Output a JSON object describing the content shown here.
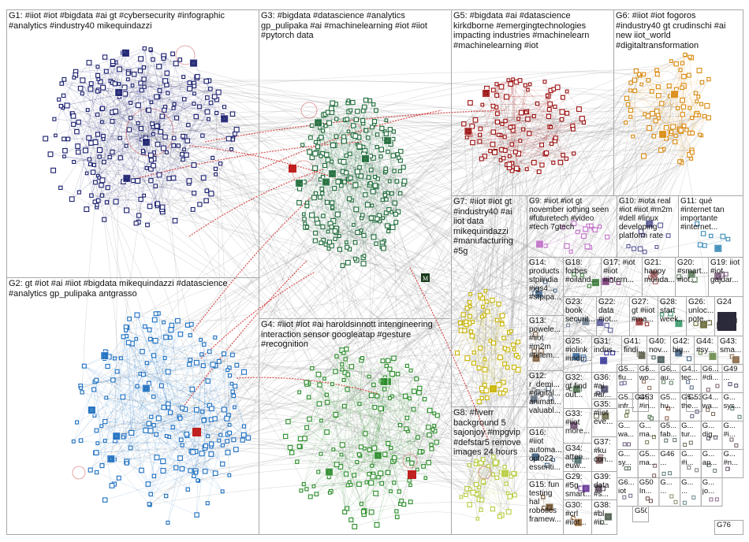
{
  "groups": [
    {
      "id": "G1",
      "label": "G1: #iiot #iot #bigdata #ai gt #cybersecurity #infographic #analytics #industry40 mikequindazzi",
      "color": "#1a1f6e"
    },
    {
      "id": "G2",
      "label": "G2: gt #iot #ai #iiot #bigdata mikequindazzi #datascience #analytics gp_pulipaka antgrasso",
      "color": "#1d6fc0"
    },
    {
      "id": "G3",
      "label": "G3: #bigdata #datascience #analytics gp_pulipaka #ai #machinelearning #iot #iiot #pytorch data",
      "color": "#1e6b3a"
    },
    {
      "id": "G4",
      "label": "G4: #iiot #iot #ai haroldsinnott intengineering interaction sensor googleatap #gesture #recognition",
      "color": "#2a8c2a"
    },
    {
      "id": "G5",
      "label": "G5: #bigdata #ai #datascience kirkdborne #emergingtechnologies impacting industries #machinelearn #machinelearning #iot",
      "color": "#9c1010"
    },
    {
      "id": "G6",
      "label": "G6: #iiot #iot fogoros #industry40 gt crudinschi #ai new iiot_world #digitaltransformation",
      "color": "#d88a10"
    },
    {
      "id": "G7",
      "label": "G7: #iiot #iot gt #industry40 #ai iiot data mikequindazzi #manufacturing #5g",
      "color": "#c8b400"
    },
    {
      "id": "G8",
      "label": "G8: #fiverr background 5 sajonjoy #mpgvip #defstar5 remove images 24 hours",
      "color": "#b8cc40"
    },
    {
      "id": "G9",
      "label": "G9: #iiot #iot gt november iothing seen #futuretech #video #tech 7gtech",
      "color": "#c070c8"
    },
    {
      "id": "G10",
      "label": "G10: #iota real #iot #iiot #m2m #dell #linux developing platform rate",
      "color": "#5a5a9a"
    },
    {
      "id": "G11",
      "label": "G11: qué #internet tan importante #internet...",
      "color": "#3a8ab8"
    },
    {
      "id": "G12",
      "label": "G12: r_demi... #digital... animati... valuabl...",
      "color": "#607080"
    },
    {
      "id": "G13",
      "label": "G13: powele... #iiot #m2m #telem...",
      "color": "#806040"
    },
    {
      "id": "G14",
      "label": "G14: products stpiindia #igs4... #stpipa...",
      "color": "#507090"
    },
    {
      "id": "G15",
      "label": "G15: fun testing hal robotics framew...",
      "color": "#705030"
    },
    {
      "id": "G16",
      "label": "G16: #iiot automa... opfo22 essenti...",
      "color": "#406080"
    },
    {
      "id": "G17",
      "label": "G17: #iot #iiot #intern...",
      "color": "#804080"
    },
    {
      "id": "G18",
      "label": "G18: forbes #oiland...",
      "color": "#408040"
    },
    {
      "id": "G19",
      "label": "G19: iiot #iot gajdar...",
      "color": "#806080"
    },
    {
      "id": "G20",
      "label": "G20: #smart... #iot...",
      "color": "#608060"
    },
    {
      "id": "G21",
      "label": "G21: happy monda...",
      "color": "#a06060"
    },
    {
      "id": "G22",
      "label": "G22: data #iot...",
      "color": "#6060a0"
    },
    {
      "id": "G23",
      "label": "G23: book securit...",
      "color": "#708090"
    },
    {
      "id": "G24",
      "label": "G24",
      "color": "#303030"
    },
    {
      "id": "G25",
      "label": "G25: #iolink #indu...",
      "color": "#3a6a9a"
    },
    {
      "id": "G26",
      "label": "G26: unloc... pote...",
      "color": "#6a6a3a"
    },
    {
      "id": "G27",
      "label": "G27: gt #iiot #ma...",
      "color": "#9a3a3a"
    },
    {
      "id": "G28",
      "label": "G28: start week...",
      "color": "#3a9a6a"
    },
    {
      "id": "G29",
      "label": "G29: #5g smart...",
      "color": "#6a3a9a"
    },
    {
      "id": "G30",
      "label": "G30: #crl #iiot...",
      "color": "#9a6a3a"
    },
    {
      "id": "G31",
      "label": "G31: indus...",
      "color": "#3a3a9a"
    },
    {
      "id": "G32",
      "label": "G32: gt find out...",
      "color": "#507050"
    },
    {
      "id": "G33",
      "label": "G33: #iiot more...",
      "color": "#705070"
    },
    {
      "id": "G34",
      "label": "G34: atten... euw...",
      "color": "#507070"
    },
    {
      "id": "G35",
      "label": "G35: #iiot eve...",
      "color": "#707050"
    },
    {
      "id": "G36",
      "label": "G36: #ai #ar...",
      "color": "#505070"
    },
    {
      "id": "G37",
      "label": "G37: #ku con...",
      "color": "#705050"
    },
    {
      "id": "G38",
      "label": "G38: #bl #ii...",
      "color": "#506050"
    },
    {
      "id": "G39",
      "label": "G39: data #s...",
      "color": "#605060"
    },
    {
      "id": "G40",
      "label": "G40: nov...",
      "color": "#506060"
    },
    {
      "id": "G41",
      "label": "G41: findi...",
      "color": "#606050"
    },
    {
      "id": "G42",
      "label": "G42: big...",
      "color": "#4a6a8a"
    },
    {
      "id": "G43",
      "label": "G43: sma...",
      "color": "#8a6a4a"
    },
    {
      "id": "G44",
      "label": "G44: #sy...",
      "color": "#6a8a4a"
    },
    {
      "id": "G49",
      "label": "G49",
      "color": "#4a4a6a"
    },
    {
      "id": "G50",
      "label": "G50",
      "color": "#6a4a4a"
    },
    {
      "id": "G53",
      "label": "G53",
      "color": "#4a6a4a"
    },
    {
      "id": "G76",
      "label": "G76",
      "color": "#557755"
    }
  ],
  "small_cells": [
    {
      "label": "G5... flu...",
      "color": "#6a5a8a"
    },
    {
      "label": "G6... wo...",
      "color": "#8a6a5a"
    },
    {
      "label": "G6... au...",
      "color": "#5a7a5a"
    },
    {
      "label": "G4... tec...",
      "color": "#5a6a8a"
    },
    {
      "label": "G6... #di...",
      "color": "#7a5a6a"
    },
    {
      "label": "G49 ...",
      "color": "#4a4a6a"
    },
    {
      "label": "G5... infr...",
      "color": "#6a7a4a"
    },
    {
      "label": "G53 #in...",
      "color": "#4a6a4a"
    },
    {
      "label": "G5... hu...",
      "color": "#8a5a4a"
    },
    {
      "label": "G5... the...",
      "color": "#5a5a7a"
    },
    {
      "label": "G4... wa...",
      "color": "#7a6a5a"
    },
    {
      "label": "G... sys...",
      "color": "#5a7a6a"
    },
    {
      "label": "G... wa...",
      "color": "#6a5a7a"
    },
    {
      "label": "G... ma...",
      "color": "#7a7a5a"
    },
    {
      "label": "G5... fab...",
      "color": "#5a6a6a"
    },
    {
      "label": "G... tur...",
      "color": "#6a6a5a"
    },
    {
      "label": "G... dig...",
      "color": "#5a5a6a"
    },
    {
      "label": "G... #i...",
      "color": "#6a5a5a"
    },
    {
      "label": "G... sy...",
      "color": "#5a6a5a"
    },
    {
      "label": "G5... ma...",
      "color": "#7a5a5a"
    },
    {
      "label": "G46 ...",
      "color": "#5a7a7a"
    },
    {
      "label": "G... #i...",
      "color": "#7a7a7a"
    },
    {
      "label": "G... ap...",
      "color": "#6a7a7a"
    },
    {
      "label": "G... #n...",
      "color": "#7a6a7a"
    },
    {
      "label": "G6... iot",
      "color": "#6a6a8a"
    },
    {
      "label": "G50 In...",
      "color": "#6a4a4a"
    },
    {
      "label": "G... ...",
      "color": "#8a8a6a"
    },
    {
      "label": "G... ...",
      "color": "#6a8a8a"
    },
    {
      "label": "G... jo...",
      "color": "#8a6a8a"
    }
  ],
  "legend_marker": "M"
}
